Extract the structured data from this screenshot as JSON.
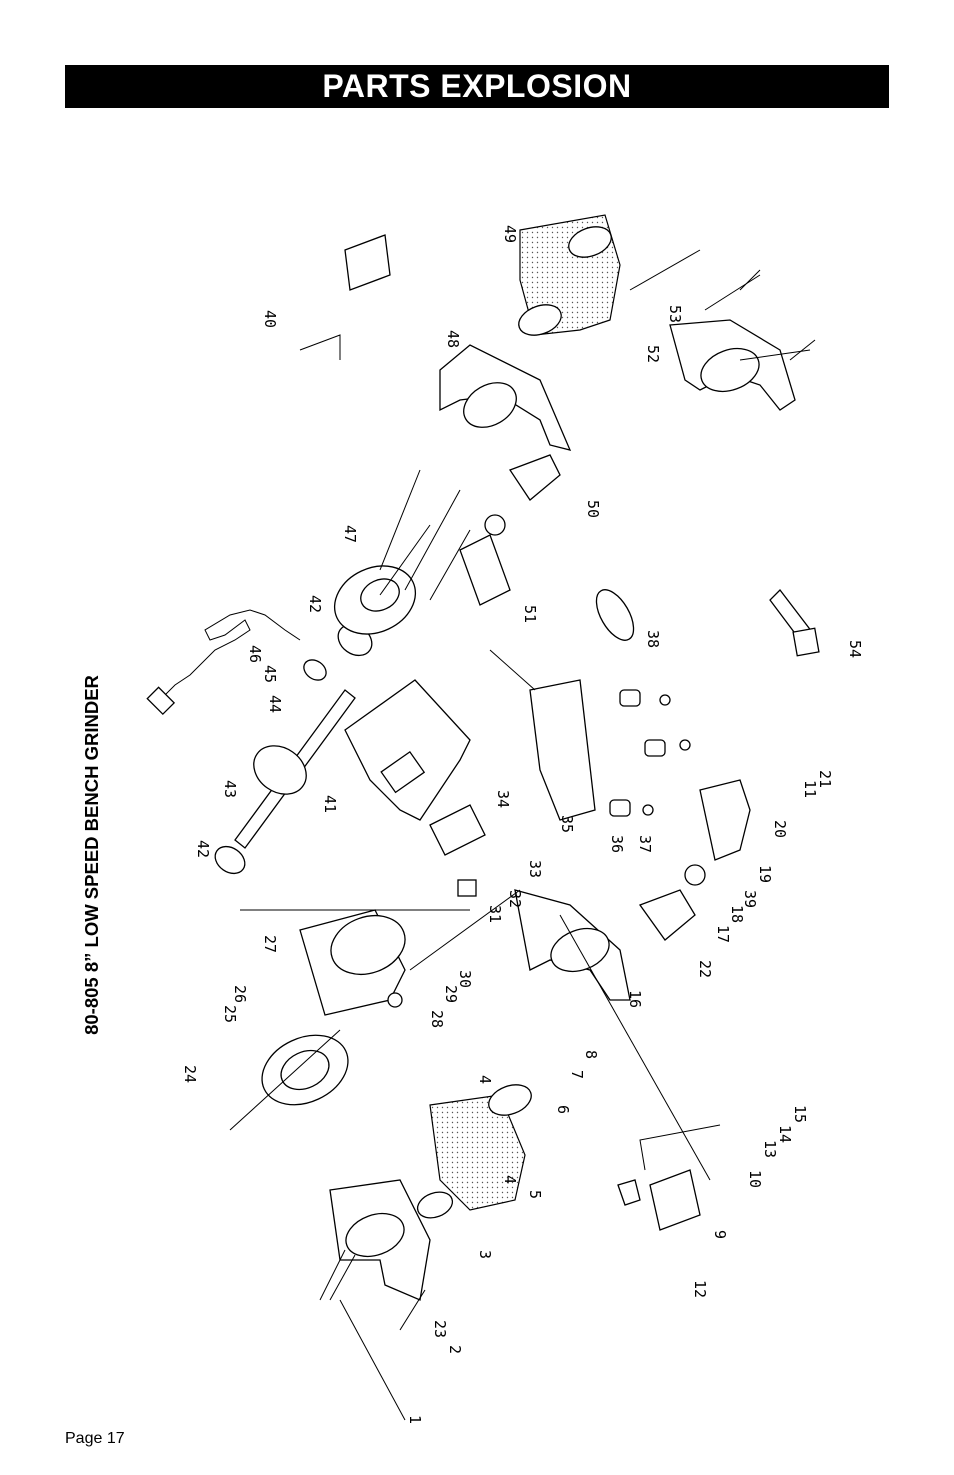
{
  "header": {
    "title": "PARTS EXPLOSION"
  },
  "side_title": "80-805 8” LOW SPEED BENCH GRINDER",
  "footer": {
    "page": "Page 17"
  },
  "part_labels": [
    "1",
    "2",
    "3",
    "4",
    "4",
    "5",
    "6",
    "7",
    "8",
    "9",
    "10",
    "11",
    "12",
    "13",
    "14",
    "15",
    "16",
    "17",
    "18",
    "19",
    "20",
    "21",
    "22",
    "23",
    "24",
    "25",
    "26",
    "27",
    "28",
    "29",
    "30",
    "31",
    "32",
    "33",
    "34",
    "35",
    "36",
    "37",
    "38",
    "39",
    "40",
    "41",
    "42",
    "43",
    "44",
    "45",
    "46",
    "47",
    "48",
    "49",
    "50",
    "51",
    "52",
    "53",
    "54"
  ]
}
